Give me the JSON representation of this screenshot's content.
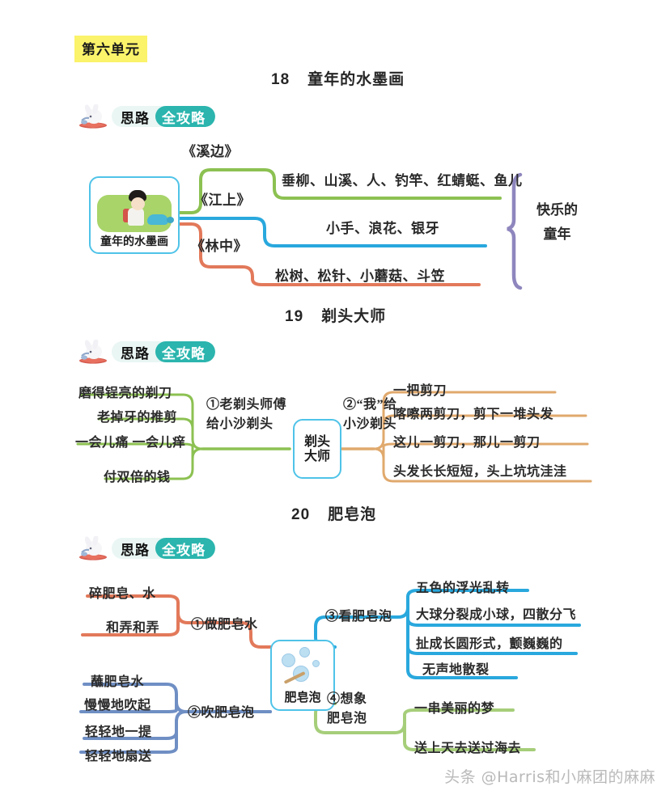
{
  "unit": {
    "label": "第六单元",
    "highlight_color": "#fbf36a"
  },
  "badge": {
    "left_text": "思路",
    "right_text": "全攻略",
    "accent_color": "#2bb5ae",
    "icon": "rabbit-reading-book-icon"
  },
  "watermark": {
    "text": "头条 @Harris和小麻团的麻麻"
  },
  "lessons": [
    {
      "number": "18",
      "title": "童年的水墨画",
      "center": {
        "caption": "童年的水墨画",
        "art": "boy-on-grass-with-turtle-image",
        "border_color": "#4fc3e8"
      },
      "summary": {
        "line1": "快乐的",
        "line2": "童年",
        "brace_color": "#8e86bd"
      },
      "branches": [
        {
          "label": "《溪边》",
          "color": "#8cc152",
          "leaf": "垂柳、山溪、人、钓竿、红蜻蜓、鱼儿"
        },
        {
          "label": "《江上》",
          "color": "#29a8dd",
          "leaf": "小手、浪花、银牙"
        },
        {
          "label": "《林中》",
          "color": "#e2795a",
          "leaf": "松树、松针、小蘑菇、斗笠"
        }
      ]
    },
    {
      "number": "19",
      "title": "剃头大师",
      "center": {
        "caption_line1": "剃头",
        "caption_line2": "大师",
        "border_color": "#4fc3e8"
      },
      "branches": [
        {
          "label_line1": "①老剃头师傅",
          "label_line2": "给小沙剃头",
          "color": "#8cc152",
          "side": "left",
          "leaves": [
            "磨得锃亮的剃刀",
            "老掉牙的推剪",
            "一会儿痛 一会儿痒",
            "付双倍的钱"
          ]
        },
        {
          "label_line1": "②“我”给",
          "label_line2": "小沙剃头",
          "color": "#e0a96d",
          "side": "right",
          "leaves": [
            "一把剪刀",
            "喀嚓两剪刀，剪下一堆头发",
            "这儿一剪刀，那儿一剪刀",
            "头发长长短短，头上坑坑洼洼"
          ]
        }
      ]
    },
    {
      "number": "20",
      "title": "肥皂泡",
      "center": {
        "caption": "肥皂泡",
        "art": "bubble-wand-image",
        "border_color": "#4fc3e8"
      },
      "branches": [
        {
          "label": "①做肥皂水",
          "color": "#e2795a",
          "side": "left-top",
          "leaves": [
            "碎肥皂、水",
            "和弄和弄"
          ]
        },
        {
          "label": "②吹肥皂泡",
          "color": "#6f8fc4",
          "side": "left-bottom",
          "leaves": [
            "蘸肥皂水",
            "慢慢地吹起",
            "轻轻地一提",
            "轻轻地扇送"
          ]
        },
        {
          "label": "③看肥皂泡",
          "color": "#29a8dd",
          "side": "right-top",
          "leaves": [
            "五色的浮光乱转",
            "大球分裂成小球，四散分飞",
            "扯成长圆形式，颤巍巍的",
            "无声地散裂"
          ]
        },
        {
          "label_line1": "④想象",
          "label_line2": "肥皂泡",
          "color": "#a6ce7a",
          "side": "right-bottom",
          "leaves": [
            "一串美丽的梦",
            "送上天去送过海去"
          ]
        }
      ]
    }
  ]
}
